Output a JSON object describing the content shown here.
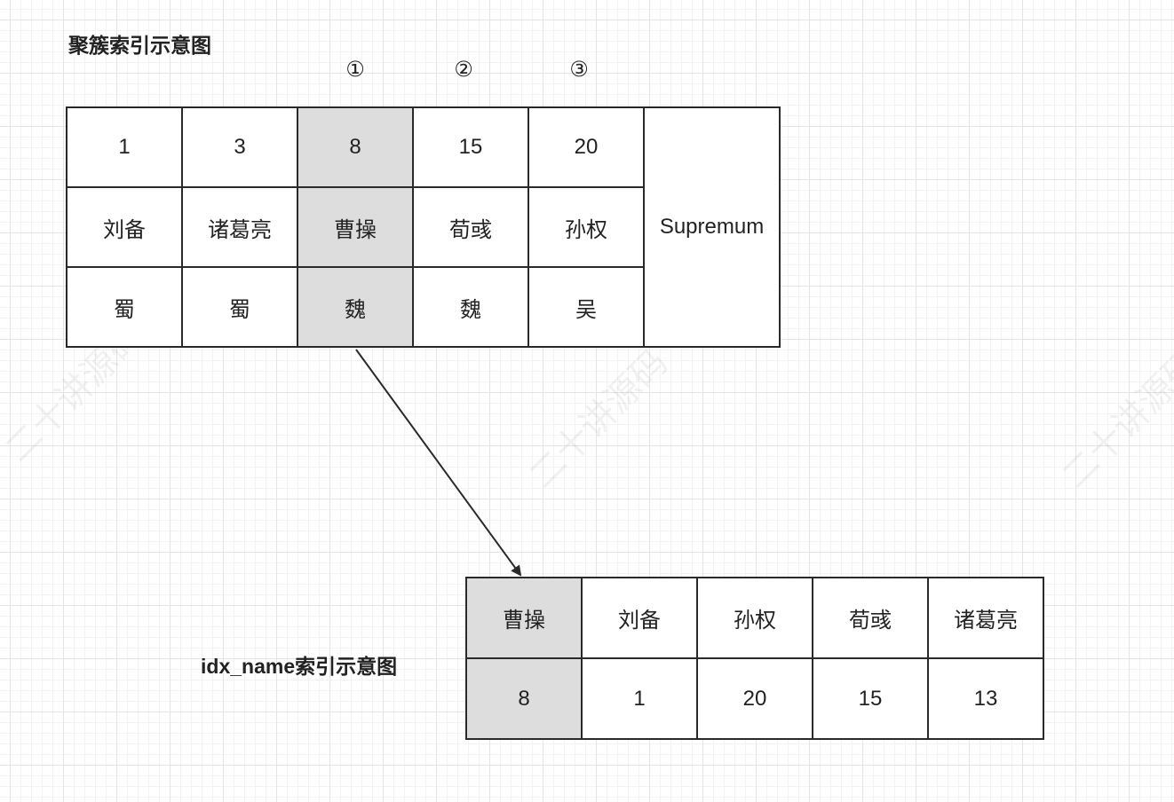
{
  "clustered_index": {
    "title": "聚簇索引示意图",
    "markers": [
      "①",
      "②",
      "③"
    ],
    "rows": [
      [
        "1",
        "3",
        "8",
        "15",
        "20"
      ],
      [
        "刘备",
        "诸葛亮",
        "曹操",
        "荀彧",
        "孙权"
      ],
      [
        "蜀",
        "蜀",
        "魏",
        "魏",
        "吴"
      ]
    ],
    "supremum_label": "Supremum",
    "highlight_color": "#dddddd"
  },
  "secondary_index": {
    "title": "idx_name索引示意图",
    "rows": [
      [
        "曹操",
        "刘备",
        "孙权",
        "荀彧",
        "诸葛亮"
      ],
      [
        "8",
        "1",
        "20",
        "15",
        "13"
      ]
    ],
    "highlight_color": "#dddddd"
  },
  "watermark_text": "二十讲源码"
}
